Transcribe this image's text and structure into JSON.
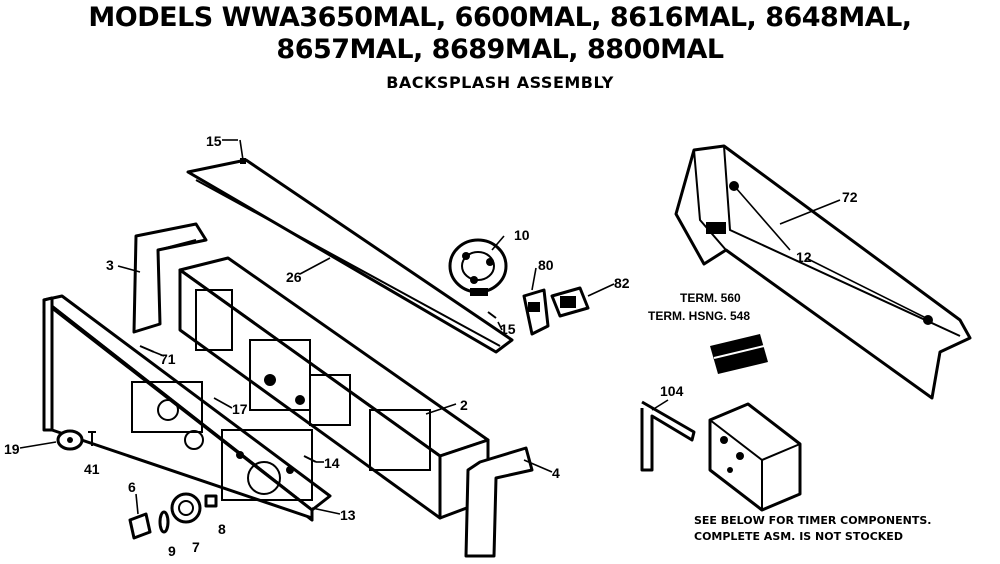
{
  "header": {
    "title_line1": "MODELS WWA3650MAL, 6600MAL, 8616MAL, 8648MAL,",
    "title_line2": "8657MAL, 8689MAL, 8800MAL",
    "subtitle": "BACKSPLASH ASSEMBLY"
  },
  "callouts": {
    "p15_top": "15",
    "p26": "26",
    "p10": "10",
    "p80": "80",
    "p82": "82",
    "p15_mid": "15",
    "p3": "3",
    "p71": "71",
    "p17": "17",
    "p2": "2",
    "p19": "19",
    "p41": "41",
    "p14": "14",
    "p4": "4",
    "p13": "13",
    "p6": "6",
    "p9": "9",
    "p7": "7",
    "p8": "8",
    "p72": "72",
    "p12": "12",
    "p104": "104"
  },
  "terminal_labels": {
    "term_line1": "TERM. 560",
    "term_line2": "TERM. HSNG. 548"
  },
  "notes": {
    "line1": "SEE BELOW FOR TIMER COMPONENTS.",
    "line2": "COMPLETE ASM. IS NOT STOCKED"
  }
}
